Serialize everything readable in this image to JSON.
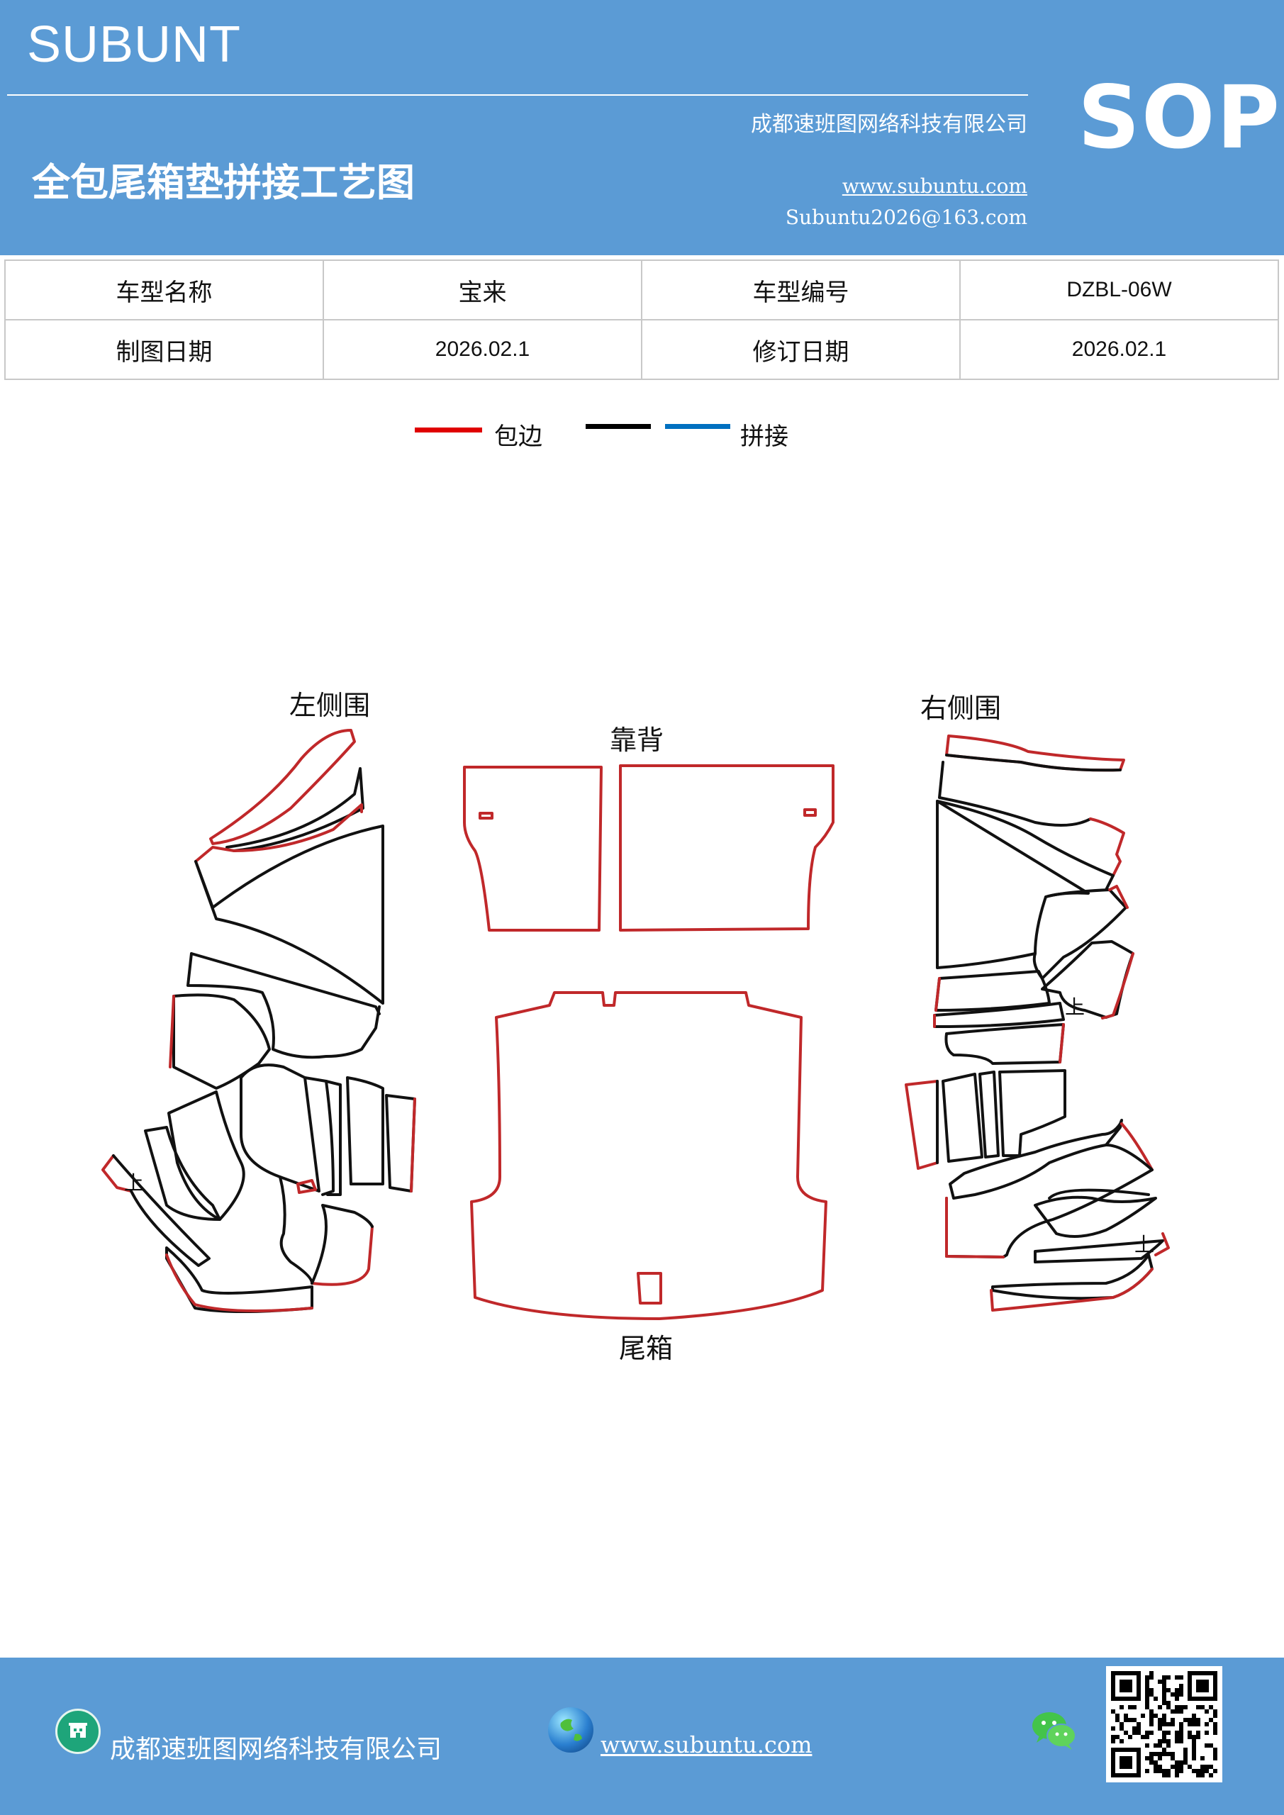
{
  "header": {
    "brand": "SUBUNT",
    "sop": "SOP",
    "company": "成都速班图网络科技有限公司",
    "title": "全包尾箱垫拼接工艺图",
    "website": "www.subuntu.com",
    "email": "Subuntu2026@163.com"
  },
  "info_table": {
    "rows": [
      [
        "车型名称",
        "宝来",
        "车型编号",
        "DZBL-06W"
      ],
      [
        "制图日期",
        "2026.02.1",
        "修订日期",
        "2026.02.1"
      ]
    ]
  },
  "legend": {
    "edge_label": "包边",
    "splice_label": "拼接",
    "colors": {
      "edge": "#e00000",
      "black": "#000000",
      "blue": "#0070c0"
    }
  },
  "diagram": {
    "labels": {
      "left_side": "左侧围",
      "backrest": "靠背",
      "right_side": "右侧围",
      "trunk": "尾箱",
      "mark": "上"
    },
    "colors": {
      "edge": "#c0282a",
      "line": "#111111"
    }
  },
  "footer": {
    "company": "成都速班图网络科技有限公司",
    "website": "www.subuntu.com"
  }
}
